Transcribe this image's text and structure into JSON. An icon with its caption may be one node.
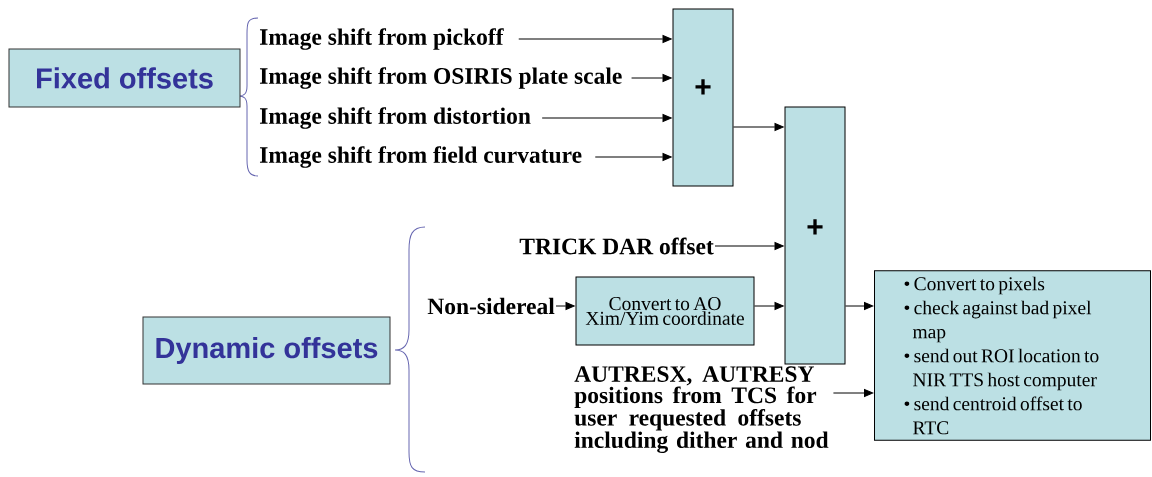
{
  "diagram": {
    "nodes": [
      {
        "text": [
          "Fixed offsets"
        ]
      },
      {
        "text": [
          "Image shift from pickoff"
        ]
      },
      {
        "text": [
          "Image shift from OSIRIS plate scale"
        ]
      },
      {
        "text": [
          "Image shift from distortion"
        ]
      },
      {
        "text": [
          "Image shift from field curvature"
        ]
      },
      {
        "text": [
          "+"
        ]
      },
      {
        "text": [
          "+"
        ]
      },
      {
        "text": [
          "Dynamic offsets"
        ]
      },
      {
        "text": [
          "TRICK DAR offset"
        ]
      },
      {
        "text": [
          "Non-sidereal"
        ]
      },
      {
        "text": [
          "Convert to AO Xim/Yim coordinate"
        ]
      },
      {
        "text": [
          "AUTRESX, AUTRESY positions from TCS for user requested offsets including dither and nod"
        ]
      },
      {
        "text": [
          "• Convert to pixels",
          "• check against bad pixel map",
          "• send out ROI location to NIR TTS host computer",
          "• send centroid offset to RTC"
        ]
      }
    ],
    "edges": [
      {
        "from": 1,
        "to": 5,
        "arrow": "to"
      },
      {
        "from": 2,
        "to": 5,
        "arrow": "to"
      },
      {
        "from": 3,
        "to": 5,
        "arrow": "to"
      },
      {
        "from": 4,
        "to": 5,
        "arrow": "to"
      },
      {
        "from": 5,
        "to": 6,
        "arrow": "to"
      },
      {
        "from": 8,
        "to": 6,
        "arrow": "to"
      },
      {
        "from": 9,
        "to": 10,
        "arrow": "to"
      },
      {
        "from": 10,
        "to": 6,
        "arrow": "to"
      },
      {
        "from": 6,
        "to": 12,
        "arrow": "to"
      },
      {
        "from": 11,
        "to": 12,
        "arrow": "to"
      }
    ]
  }
}
